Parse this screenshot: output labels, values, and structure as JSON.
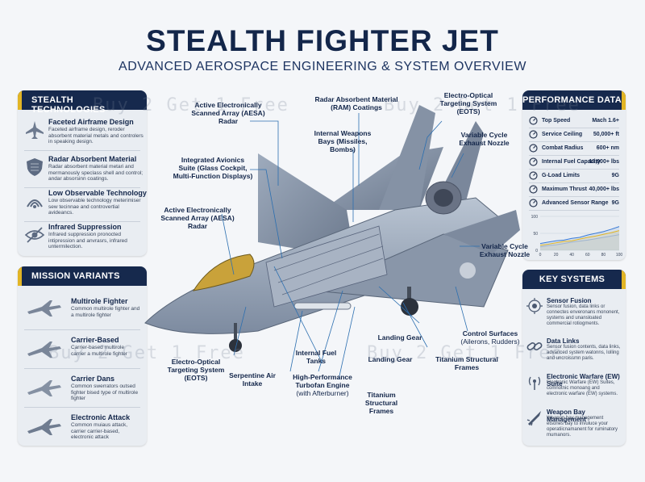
{
  "header": {
    "title": "STEALTH FIGHTER JET",
    "subtitle": "ADVANCED AEROSPACE ENGINEERING & SYSTEM OVERVIEW"
  },
  "stealth_panel": {
    "heading": "STEALTH TECHNOLOGIES",
    "items": [
      {
        "title": "Faceted Airframe Design",
        "desc": "Faceted airframe design, reroder absorbent material metals and controlers in speaking design.",
        "icon": "jet-silhouette-icon"
      },
      {
        "title": "Radar Absorbent Material",
        "desc": "Radar absorbent material metari and mermanously speclass shell and control; andar absorsinn coatings.",
        "icon": "shield-icon"
      },
      {
        "title": "Low Observable Technology",
        "desc": "Low observable technology meterimiser sew tecinnae and controvertial avideancs.",
        "icon": "radar-wave-icon"
      },
      {
        "title": "Infrared Suppression",
        "desc": "Infrared suppression pronocted intipression and anvrasrs, infrared untermilection.",
        "icon": "eye-slash-icon"
      }
    ]
  },
  "mission_panel": {
    "heading": "MISSION VARIANTS",
    "items": [
      {
        "title": "Multirole Fighter",
        "desc": "Common multirole fighter and a multirole fighter"
      },
      {
        "title": "Carrier-Based",
        "desc": "Carrier-based multirole carrier a multirole fighter"
      },
      {
        "title": "Carrier Dans",
        "desc": "Common swerrators outsed fighter bised type of multirole fighter"
      },
      {
        "title": "Electronic Attack",
        "desc": "Common muiaus attack, carrier carrier-based, electronic attack"
      }
    ]
  },
  "performance_panel": {
    "heading": "PERFORMANCE DATA",
    "rows": [
      {
        "label": "Top Speed",
        "value": "Mach 1.6+",
        "icon": "gauge-icon"
      },
      {
        "label": "Service Ceiling",
        "value": "50,000+ ft",
        "icon": "altitude-icon"
      },
      {
        "label": "Combat Radius",
        "value": "600+ nm",
        "icon": "radius-icon"
      },
      {
        "label": "Internal Fuel Capacity",
        "value": "18,000+ lbs",
        "icon": "fuel-icon"
      },
      {
        "label": "G-Load Limits",
        "value": "9G",
        "icon": "g-load-icon"
      },
      {
        "label": "Maximum Thrust",
        "value": "40,000+ lbs",
        "icon": "thrust-icon"
      },
      {
        "label": "Advanced Sensor Range",
        "value": "9G",
        "icon": "sensor-icon"
      }
    ]
  },
  "chart_data": {
    "type": "line",
    "title": "",
    "xlabel": "",
    "ylabel": "",
    "x": [
      0,
      10,
      20,
      30,
      40,
      50,
      60,
      70,
      80,
      90,
      100
    ],
    "xticks": [
      "0",
      "20",
      "40",
      "60",
      "80",
      "100"
    ],
    "yticks": [
      "0",
      "50",
      "100"
    ],
    "ylim": [
      0,
      100
    ],
    "grid": true,
    "series": [
      {
        "color": "#3a7bd5",
        "values": [
          20,
          24,
          28,
          30,
          35,
          38,
          45,
          50,
          55,
          62,
          70
        ]
      },
      {
        "color": "#e2b525",
        "values": [
          15,
          18,
          22,
          26,
          28,
          33,
          38,
          42,
          47,
          52,
          58
        ]
      },
      {
        "color": "#9fb4cf",
        "values": [
          10,
          14,
          16,
          20,
          24,
          27,
          30,
          34,
          38,
          42,
          46
        ]
      }
    ]
  },
  "systems_panel": {
    "heading": "KEY SYSTEMS",
    "items": [
      {
        "title": "Sensor Fusion",
        "desc": "Sensor fusion, data links or connectes enveronans mononent, systems and unansloated commercial rotiogments.",
        "icon": "sensor-fusion-icon"
      },
      {
        "title": "Data Links",
        "desc": "Sensor fusion contents, data links, advanced system watonns, Iolling and uncroissmn paris.",
        "icon": "chain-link-icon"
      },
      {
        "title": "Electronic Warfare (EW) Suite",
        "desc": "Electronic Warfare (EW) Suites, comnotnic monoang and electronic warfare (EW) systems.",
        "icon": "antenna-icon"
      },
      {
        "title": "Weapon Bay Management",
        "desc": "Weapon bay management etsones bay to invuluce your operatiicnamanent for ruminatory mumanors.",
        "icon": "missile-icon"
      }
    ]
  },
  "callouts": {
    "aesa_top": "Active Electronically Scanned Array (AESA) Radar",
    "ram": "Radar Absorbent Material (RAM) Coatings",
    "eots_top": "Electro-Optical Targeting System (EOTS)",
    "weapons_bays": "Internal Weapons Bays (Missiles, Bombs)",
    "vcen_top": "Variable Cycle Exhaust Nozzle",
    "avionics": "Integrated Avionics Suite (Glass Cockpit, Multi-Function Displays)",
    "aesa_left": "Active Electronically Scanned Array (AESA) Radar",
    "vcen_right": "Variable Cycle Exhaust Nozzle",
    "landing_gear_1": "Landing Gear",
    "landing_gear_2": "Landing Gear",
    "control_surfaces": "Control Surfaces",
    "control_surfaces_sub": "(Ailerons, Rudders)",
    "titanium_right": "Titanium Structural Frames",
    "fuel_tanks": "Internal Fuel Tanks",
    "eots_bottom": "Electro-Optical Targeting System (EOTS)",
    "intake": "Serpentine Air Intake",
    "engine": "High-Performance Turbofan Engine",
    "engine_sub": "(with Afterburner)",
    "titanium_bottom": "Titanium Structural Frames"
  },
  "watermark": "Buy 2 Get 1 Free",
  "colors": {
    "navy": "#16294d",
    "gold": "#e2b525",
    "panel_bg": "#e9edf2"
  }
}
